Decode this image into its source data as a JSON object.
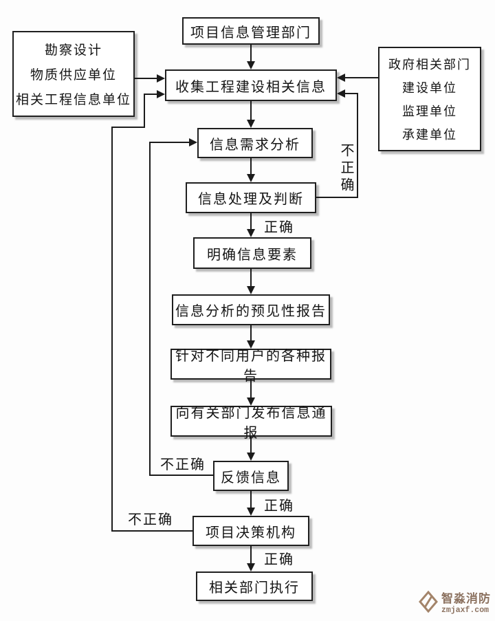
{
  "diagram": {
    "title_node": "项目信息管理部门",
    "left_source_lines": [
      "勘察设计",
      "物质供应单位",
      "相关工程信息单位"
    ],
    "right_source_lines": [
      "政府相关部门",
      "建设单位",
      "监理单位",
      "承建单位"
    ],
    "collect": "收集工程建设相关信息",
    "demand_analysis": "信息需求分析",
    "processing_judgment": "信息处理及判断",
    "clarify_elements": "明确信息要素",
    "predictive_report": "信息分析的预见性报告",
    "user_reports": "针对不同用户的各种报告",
    "notify_departments": "向有关部门发布信息通报",
    "feedback": "反馈信息",
    "decision_body": "项目决策机构",
    "execution": "相关部门执行",
    "labels": {
      "correct": "正确",
      "incorrect": "不正确"
    }
  },
  "watermark": {
    "brand": "智淼消防",
    "domain": "zmjaxf.com",
    "color": "#8c7260"
  }
}
